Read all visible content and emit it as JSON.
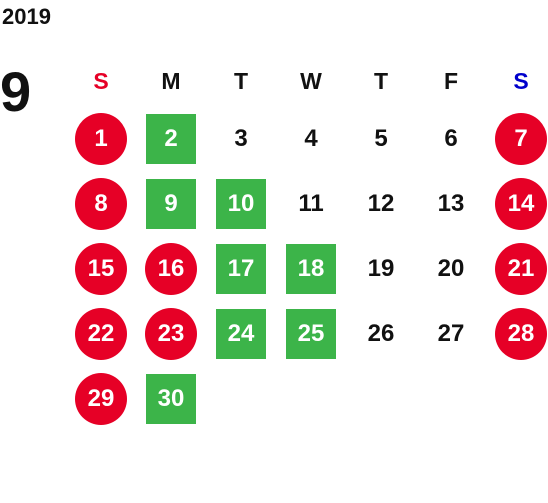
{
  "year": "2019",
  "month": "9",
  "colors": {
    "holiday": "#e60026",
    "event": "#3cb449",
    "sunday": "#e60026",
    "saturday": "#0000cc"
  },
  "weekdays": [
    {
      "label": "S",
      "color": "#e60026"
    },
    {
      "label": "M",
      "color": "#111111"
    },
    {
      "label": "T",
      "color": "#111111"
    },
    {
      "label": "W",
      "color": "#111111"
    },
    {
      "label": "T",
      "color": "#111111"
    },
    {
      "label": "F",
      "color": "#111111"
    },
    {
      "label": "S",
      "color": "#0000cc"
    }
  ],
  "days": [
    {
      "label": "1",
      "mark": "red"
    },
    {
      "label": "2",
      "mark": "green"
    },
    {
      "label": "3",
      "mark": "none"
    },
    {
      "label": "4",
      "mark": "none"
    },
    {
      "label": "5",
      "mark": "none"
    },
    {
      "label": "6",
      "mark": "none"
    },
    {
      "label": "7",
      "mark": "red"
    },
    {
      "label": "8",
      "mark": "red"
    },
    {
      "label": "9",
      "mark": "green"
    },
    {
      "label": "10",
      "mark": "green"
    },
    {
      "label": "11",
      "mark": "none"
    },
    {
      "label": "12",
      "mark": "none"
    },
    {
      "label": "13",
      "mark": "none"
    },
    {
      "label": "14",
      "mark": "red"
    },
    {
      "label": "15",
      "mark": "red"
    },
    {
      "label": "16",
      "mark": "red"
    },
    {
      "label": "17",
      "mark": "green"
    },
    {
      "label": "18",
      "mark": "green"
    },
    {
      "label": "19",
      "mark": "none"
    },
    {
      "label": "20",
      "mark": "none"
    },
    {
      "label": "21",
      "mark": "red"
    },
    {
      "label": "22",
      "mark": "red"
    },
    {
      "label": "23",
      "mark": "red"
    },
    {
      "label": "24",
      "mark": "green"
    },
    {
      "label": "25",
      "mark": "green"
    },
    {
      "label": "26",
      "mark": "none"
    },
    {
      "label": "27",
      "mark": "none"
    },
    {
      "label": "28",
      "mark": "red"
    },
    {
      "label": "29",
      "mark": "red"
    },
    {
      "label": "30",
      "mark": "green"
    }
  ]
}
